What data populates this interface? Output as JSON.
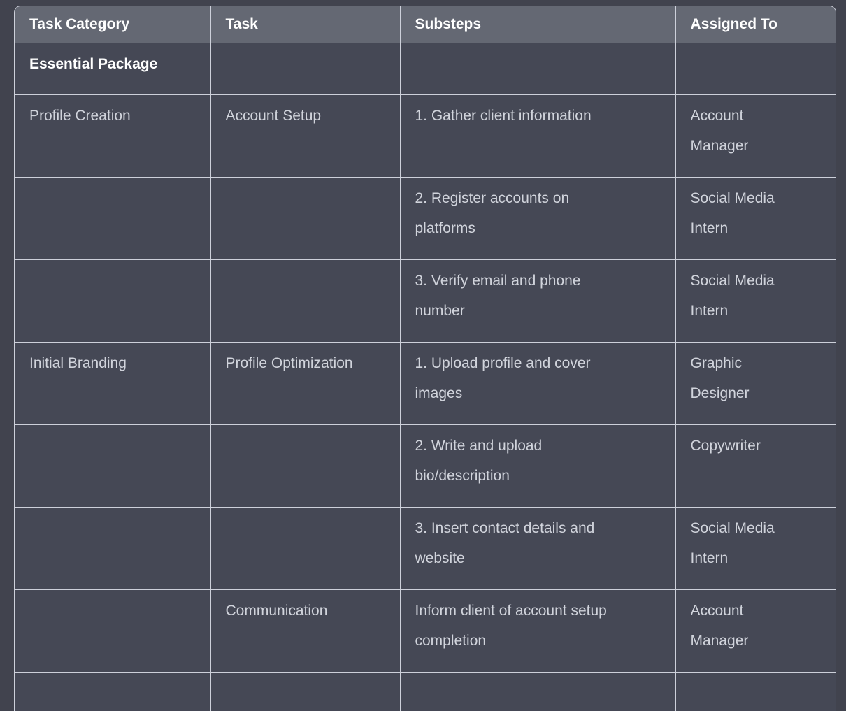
{
  "table": {
    "columns": [
      "Task Category",
      "Task",
      "Substeps",
      "Assigned To"
    ],
    "section_label": "Essential Package",
    "row_keys": [
      "category",
      "task",
      "substeps",
      "assigned_to"
    ],
    "rows": [
      {
        "category": "Profile Creation",
        "task": "Account Setup",
        "substeps": "1. Gather client information",
        "assigned_to": "Account Manager",
        "partial": false
      },
      {
        "category": "",
        "task": "",
        "substeps": "2. Register accounts on platforms",
        "assigned_to": "Social Media Intern",
        "partial": false
      },
      {
        "category": "",
        "task": "",
        "substeps": "3. Verify email and phone number",
        "assigned_to": "Social Media Intern",
        "partial": false
      },
      {
        "category": "Initial Branding",
        "task": "Profile Optimization",
        "substeps": "1. Upload profile and cover images",
        "assigned_to": "Graphic Designer",
        "partial": false
      },
      {
        "category": "",
        "task": "",
        "substeps": "2. Write and upload bio/description",
        "assigned_to": "Copywriter",
        "partial": false
      },
      {
        "category": "",
        "task": "",
        "substeps": "3. Insert contact details and website",
        "assigned_to": "Social Media Intern",
        "partial": false
      },
      {
        "category": "",
        "task": "Communication",
        "substeps": "Inform client of account setup completion",
        "assigned_to": "Account Manager",
        "partial": false
      },
      {
        "category": "",
        "task": "",
        "substeps": "",
        "assigned_to": "",
        "partial": true
      }
    ],
    "colors": {
      "page_background": "#41434e",
      "cell_background": "#454855",
      "header_background": "#646873",
      "border": "#cdd0da",
      "header_text": "#ffffff",
      "body_text": "#d1d4dc"
    }
  }
}
